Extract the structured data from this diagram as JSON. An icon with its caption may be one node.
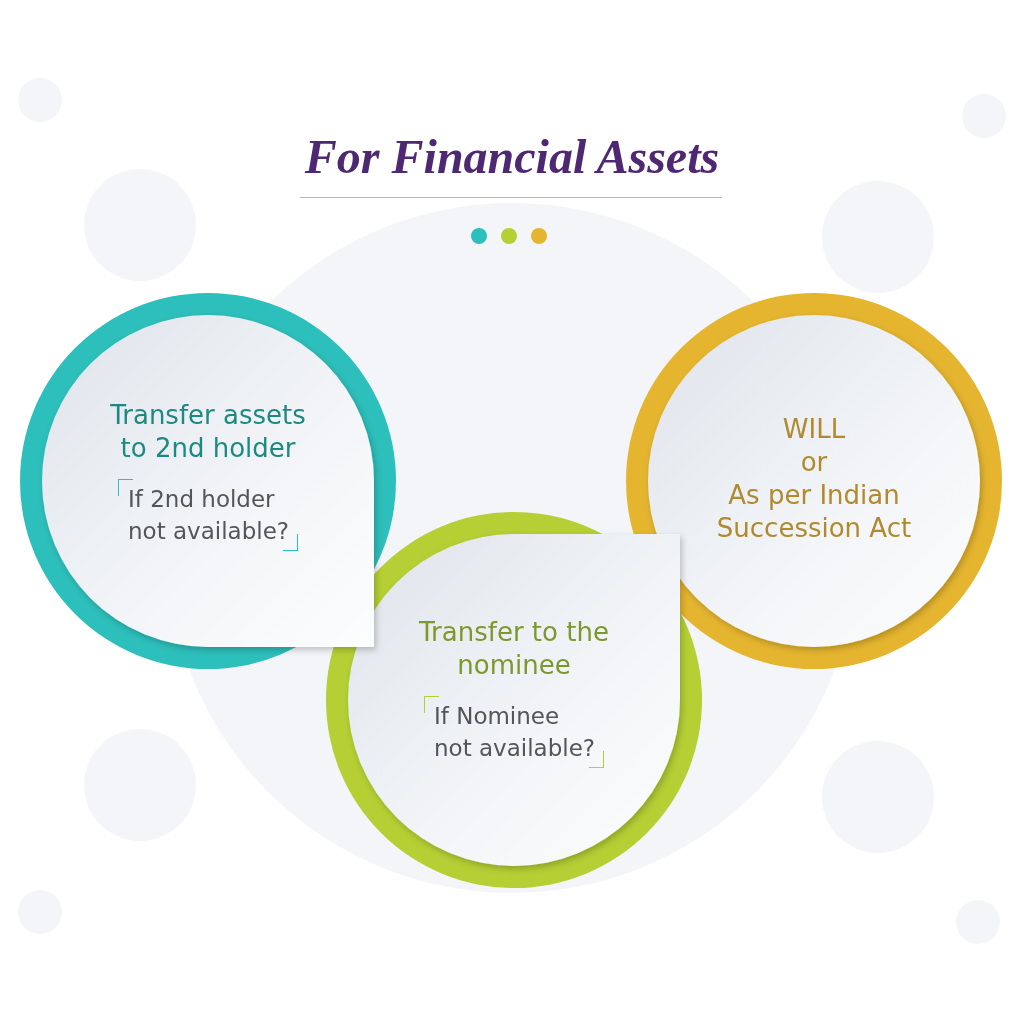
{
  "diagram": {
    "title": "For Financial Assets",
    "nodes": [
      {
        "text": [
          "Transfer assets to 2nd holder",
          "If 2nd holder not available?"
        ]
      },
      {
        "text": [
          "Transfer to the nominee",
          "If Nominee not available?"
        ]
      },
      {
        "text": [
          "WILL",
          "or",
          "As per Indian Succession Act"
        ]
      }
    ]
  }
}
